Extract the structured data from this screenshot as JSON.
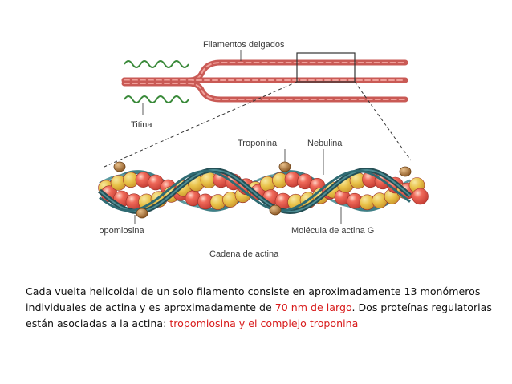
{
  "labels": {
    "thin_filaments": "Filamentos delgados",
    "titin": "Titina",
    "troponin": "Troponina",
    "nebulin": "Nebulina",
    "tropomyosin": "ɔpomiosina",
    "actin_g": "Molécula de actina G",
    "actin_chain": "Cadena de actina"
  },
  "caption": {
    "part1": "Cada vuelta helicoidal de un solo filamento consiste en aproximadamente 13 monómeros individuales de actina y es aproximadamente de ",
    "highlight1": "70 nm de largo",
    "part2": ". Dos proteínas regulatorias están  asociadas a la actina: ",
    "highlight2": "tropomiosina y el complejo troponina"
  },
  "colors": {
    "actin": "#e8564a",
    "actin_highlight": "#f2e06a",
    "tropomyosin": "#2f6b73",
    "troponin": "#b07a3a",
    "titin": "#3a8a3a",
    "filament": "#d9706a",
    "highlight_text": "#d81b1b"
  }
}
